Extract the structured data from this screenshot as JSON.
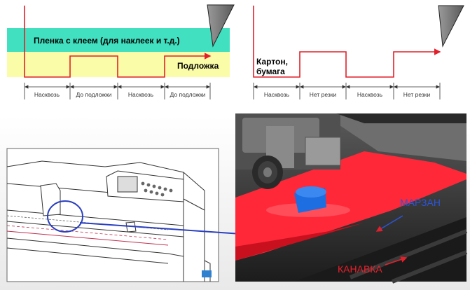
{
  "left_diagram": {
    "film_label": "Пленка с клеем (для наклеек и т.д.)",
    "backing_label": "Подложка",
    "segments": [
      "Насквозь",
      "До подложки",
      "Насквозь",
      "До подложки"
    ]
  },
  "right_diagram": {
    "material_label_line1": "Картон,",
    "material_label_line2": "бумага",
    "segments": [
      "Насквозь",
      "Нет резки",
      "Насквозь",
      "Нет резки"
    ]
  },
  "photo": {
    "marzan_label": "МАРЗАН",
    "groove_label": "КАНАВКА"
  },
  "colors": {
    "film": "#40e0c0",
    "backing": "#fbfca8",
    "cut_line": "#e0202a",
    "red_film": "#ff2838",
    "callout": "#2a40c0"
  }
}
